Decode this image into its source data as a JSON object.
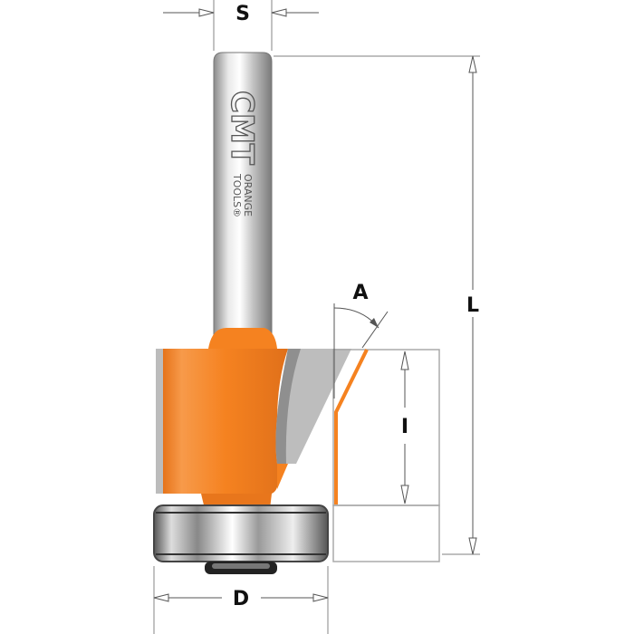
{
  "labels": {
    "shank": "S",
    "angle": "A",
    "length": "L",
    "cut_height": "I",
    "diameter": "D"
  },
  "logo": {
    "brand": "CMT",
    "line1": "ORANGE",
    "line2": "TOOLS®"
  },
  "colors": {
    "body": "#f58220",
    "steel": "#c8c8c8",
    "outline": "#999999"
  }
}
